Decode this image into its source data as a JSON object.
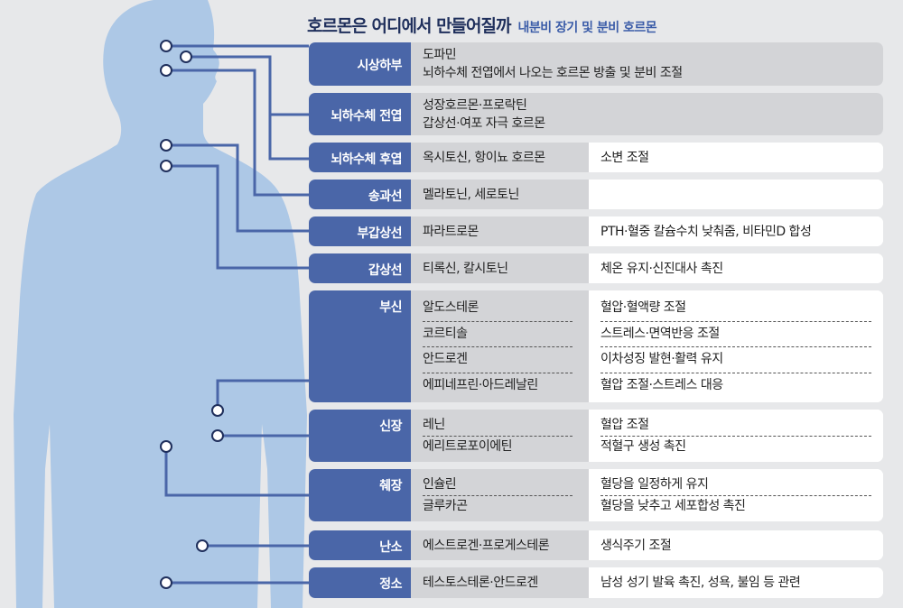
{
  "header": {
    "title": "호르몬은 어디에서 만들어질까",
    "subtitle": "내분비 장기 및 분비 호르몬"
  },
  "colors": {
    "label_bg": "#4a66a8",
    "body": "#adc8e6",
    "background": "#e7e8ea",
    "mid_bg": "#d3d4d7"
  },
  "organs": [
    {
      "name": "시상하부",
      "full": true,
      "items": [
        {
          "hormone": "도파민\n뇌하수체 전엽에서 나오는 호르몬 방출 및 분비 조절",
          "function": ""
        }
      ]
    },
    {
      "name": "뇌하수체 전엽",
      "full": true,
      "items": [
        {
          "hormone": "성장호르몬·프로락틴\n갑상선·여포 자극 호르몬",
          "function": ""
        }
      ]
    },
    {
      "name": "뇌하수체 후엽",
      "items": [
        {
          "hormone": "옥시토신, 항이뇨 호르몬",
          "function": "소변 조절"
        }
      ]
    },
    {
      "name": "송과선",
      "items": [
        {
          "hormone": "멜라토닌, 세로토닌",
          "function": ""
        }
      ]
    },
    {
      "name": "부갑상선",
      "items": [
        {
          "hormone": "파라트로몬",
          "function": "PTH·혈중 칼슘수치 낮춰줌, 비타민D 합성"
        }
      ]
    },
    {
      "name": "갑상선",
      "items": [
        {
          "hormone": "티록신, 칼시토닌",
          "function": "체온 유지·신진대사 촉진"
        }
      ]
    },
    {
      "name": "부신",
      "items": [
        {
          "hormone": "알도스테론",
          "function": "혈압·혈액량 조절"
        },
        {
          "hormone": "코르티솔",
          "function": "스트레스·면역반응 조절"
        },
        {
          "hormone": "안드로겐",
          "function": "이차성징 발현·활력 유지"
        },
        {
          "hormone": "에피네프린·아드레날린",
          "function": "혈압 조절·스트레스 대응"
        }
      ]
    },
    {
      "name": "신장",
      "items": [
        {
          "hormone": "레닌",
          "function": "혈압 조절"
        },
        {
          "hormone": "에리트로포이에틴",
          "function": "적혈구 생성 촉진"
        }
      ]
    },
    {
      "name": "췌장",
      "items": [
        {
          "hormone": "인슐린",
          "function": "혈당을 일정하게 유지"
        },
        {
          "hormone": "글루카곤",
          "function": "혈당을 낮추고 세포합성 촉진"
        }
      ]
    },
    {
      "name": "난소",
      "items": [
        {
          "hormone": "에스트로겐·프로게스테론",
          "function": "생식주기 조절"
        }
      ]
    },
    {
      "name": "정소",
      "items": [
        {
          "hormone": "테스토스테론·안드로겐",
          "function": "남성 성기 발육 촉진, 성욕, 불임 등 관련"
        }
      ]
    }
  ]
}
